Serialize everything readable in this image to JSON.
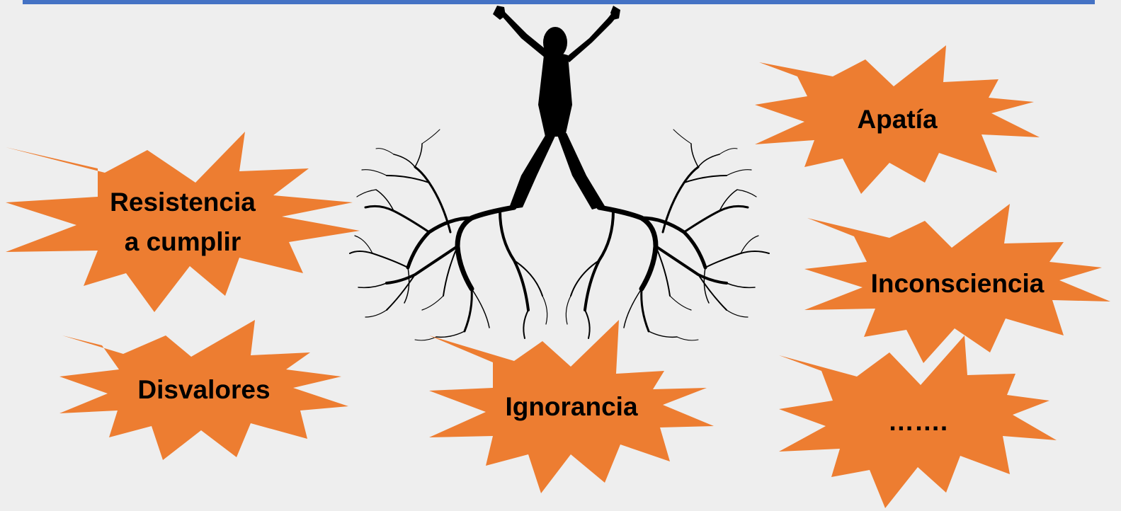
{
  "colors": {
    "burst_fill": "#ED7D31",
    "top_bar": "#4472C4",
    "background": "#EEEEEE",
    "figure": "#000000"
  },
  "figure": {
    "icon": "person-with-roots-icon"
  },
  "bursts": {
    "resistencia": "Resistencia\na cumplir",
    "disvalores": "Disvalores",
    "ignorancia": "Ignorancia",
    "apatia": "Apatía",
    "inconsciencia": "Inconsciencia",
    "etc": "……."
  }
}
